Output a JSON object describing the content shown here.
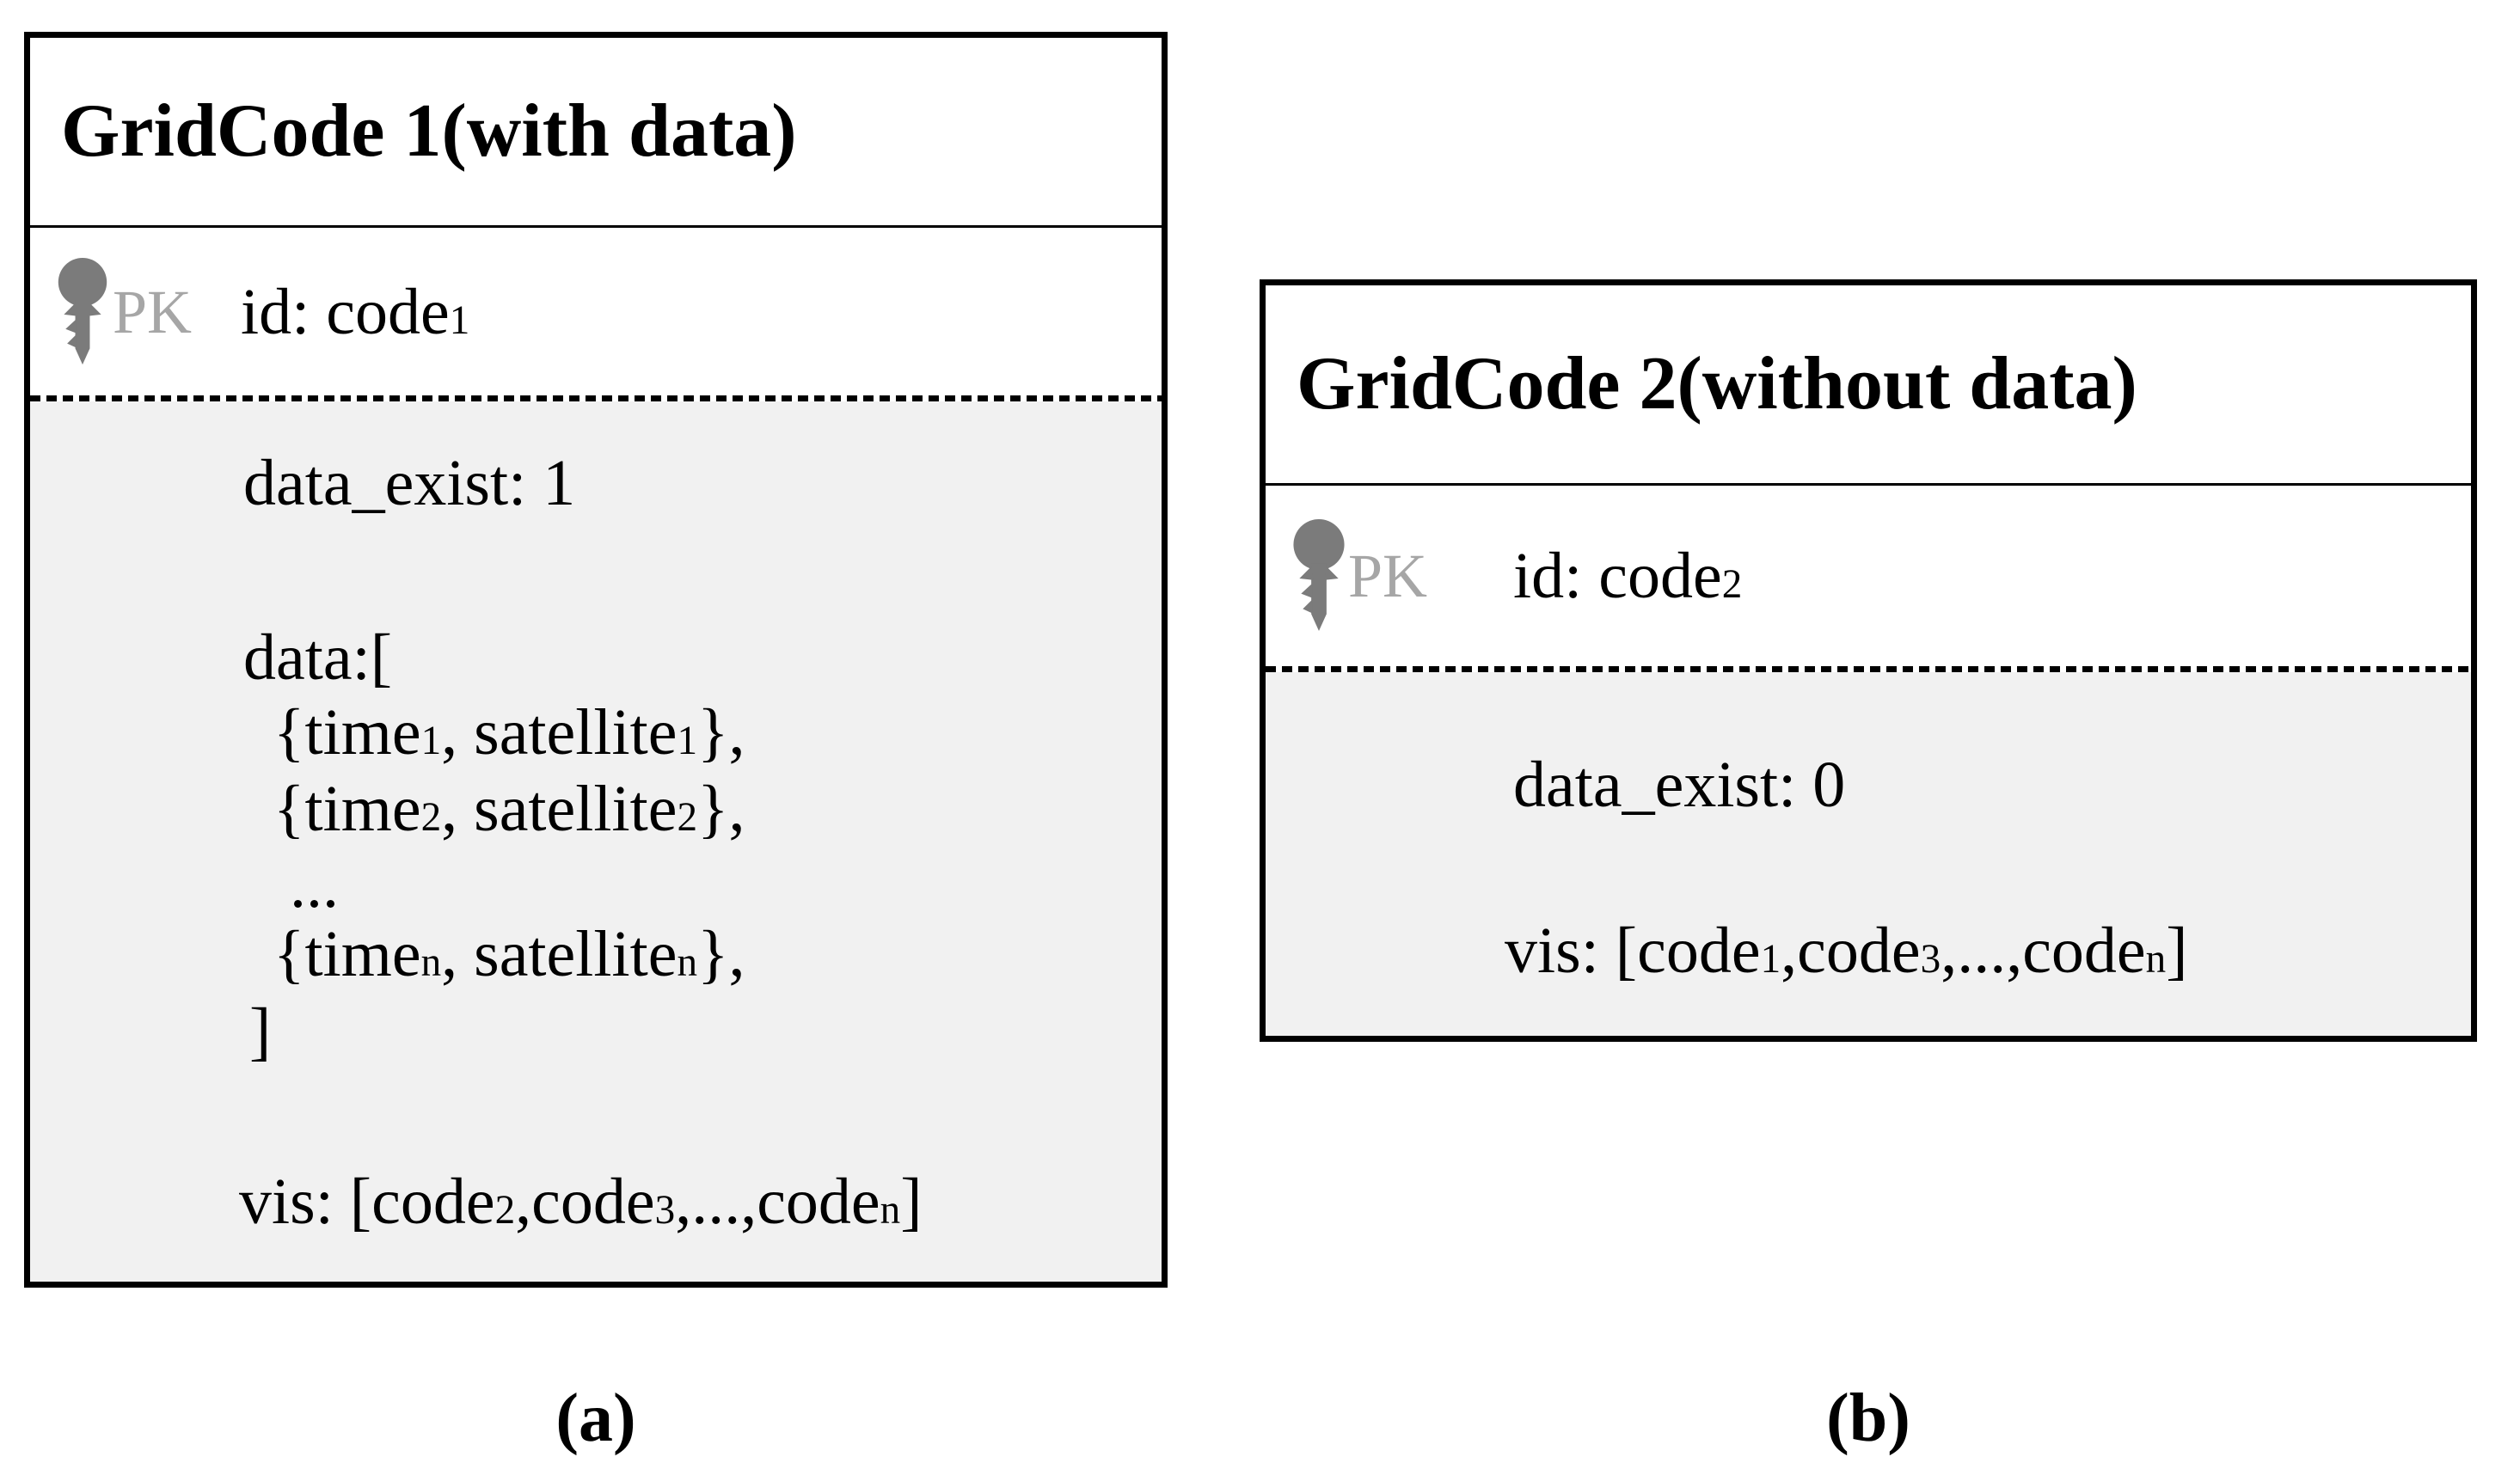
{
  "figure": {
    "type": "entity-diagram",
    "background": "#ffffff",
    "colors": {
      "border": "#000000",
      "body_background": "#f1f1f1",
      "key_icon": "#7b7b7b",
      "pk_label": "#a6a6a6",
      "text": "#000000"
    }
  },
  "entities": [
    {
      "title": "GridCode 1(with data)",
      "pk": {
        "label": "PK",
        "field": "id: code~1~"
      },
      "body_lines": [
        "data_exist: 1",
        "data:[",
        "{time~1~, satellite~1~},",
        "{time~2~, satellite~2~},",
        "...",
        "{time~n~, satellite~n~},",
        "]",
        "vis: [code~2~,code~3~,...,code~n~]"
      ],
      "caption": "(a)"
    },
    {
      "title": "GridCode 2(without data)",
      "pk": {
        "label": "PK",
        "field": "id: code~2~"
      },
      "body_lines": [
        "data_exist: 0",
        "vis: [code~1~,code~3~,...,code~n~]"
      ],
      "caption": "(b)"
    }
  ]
}
